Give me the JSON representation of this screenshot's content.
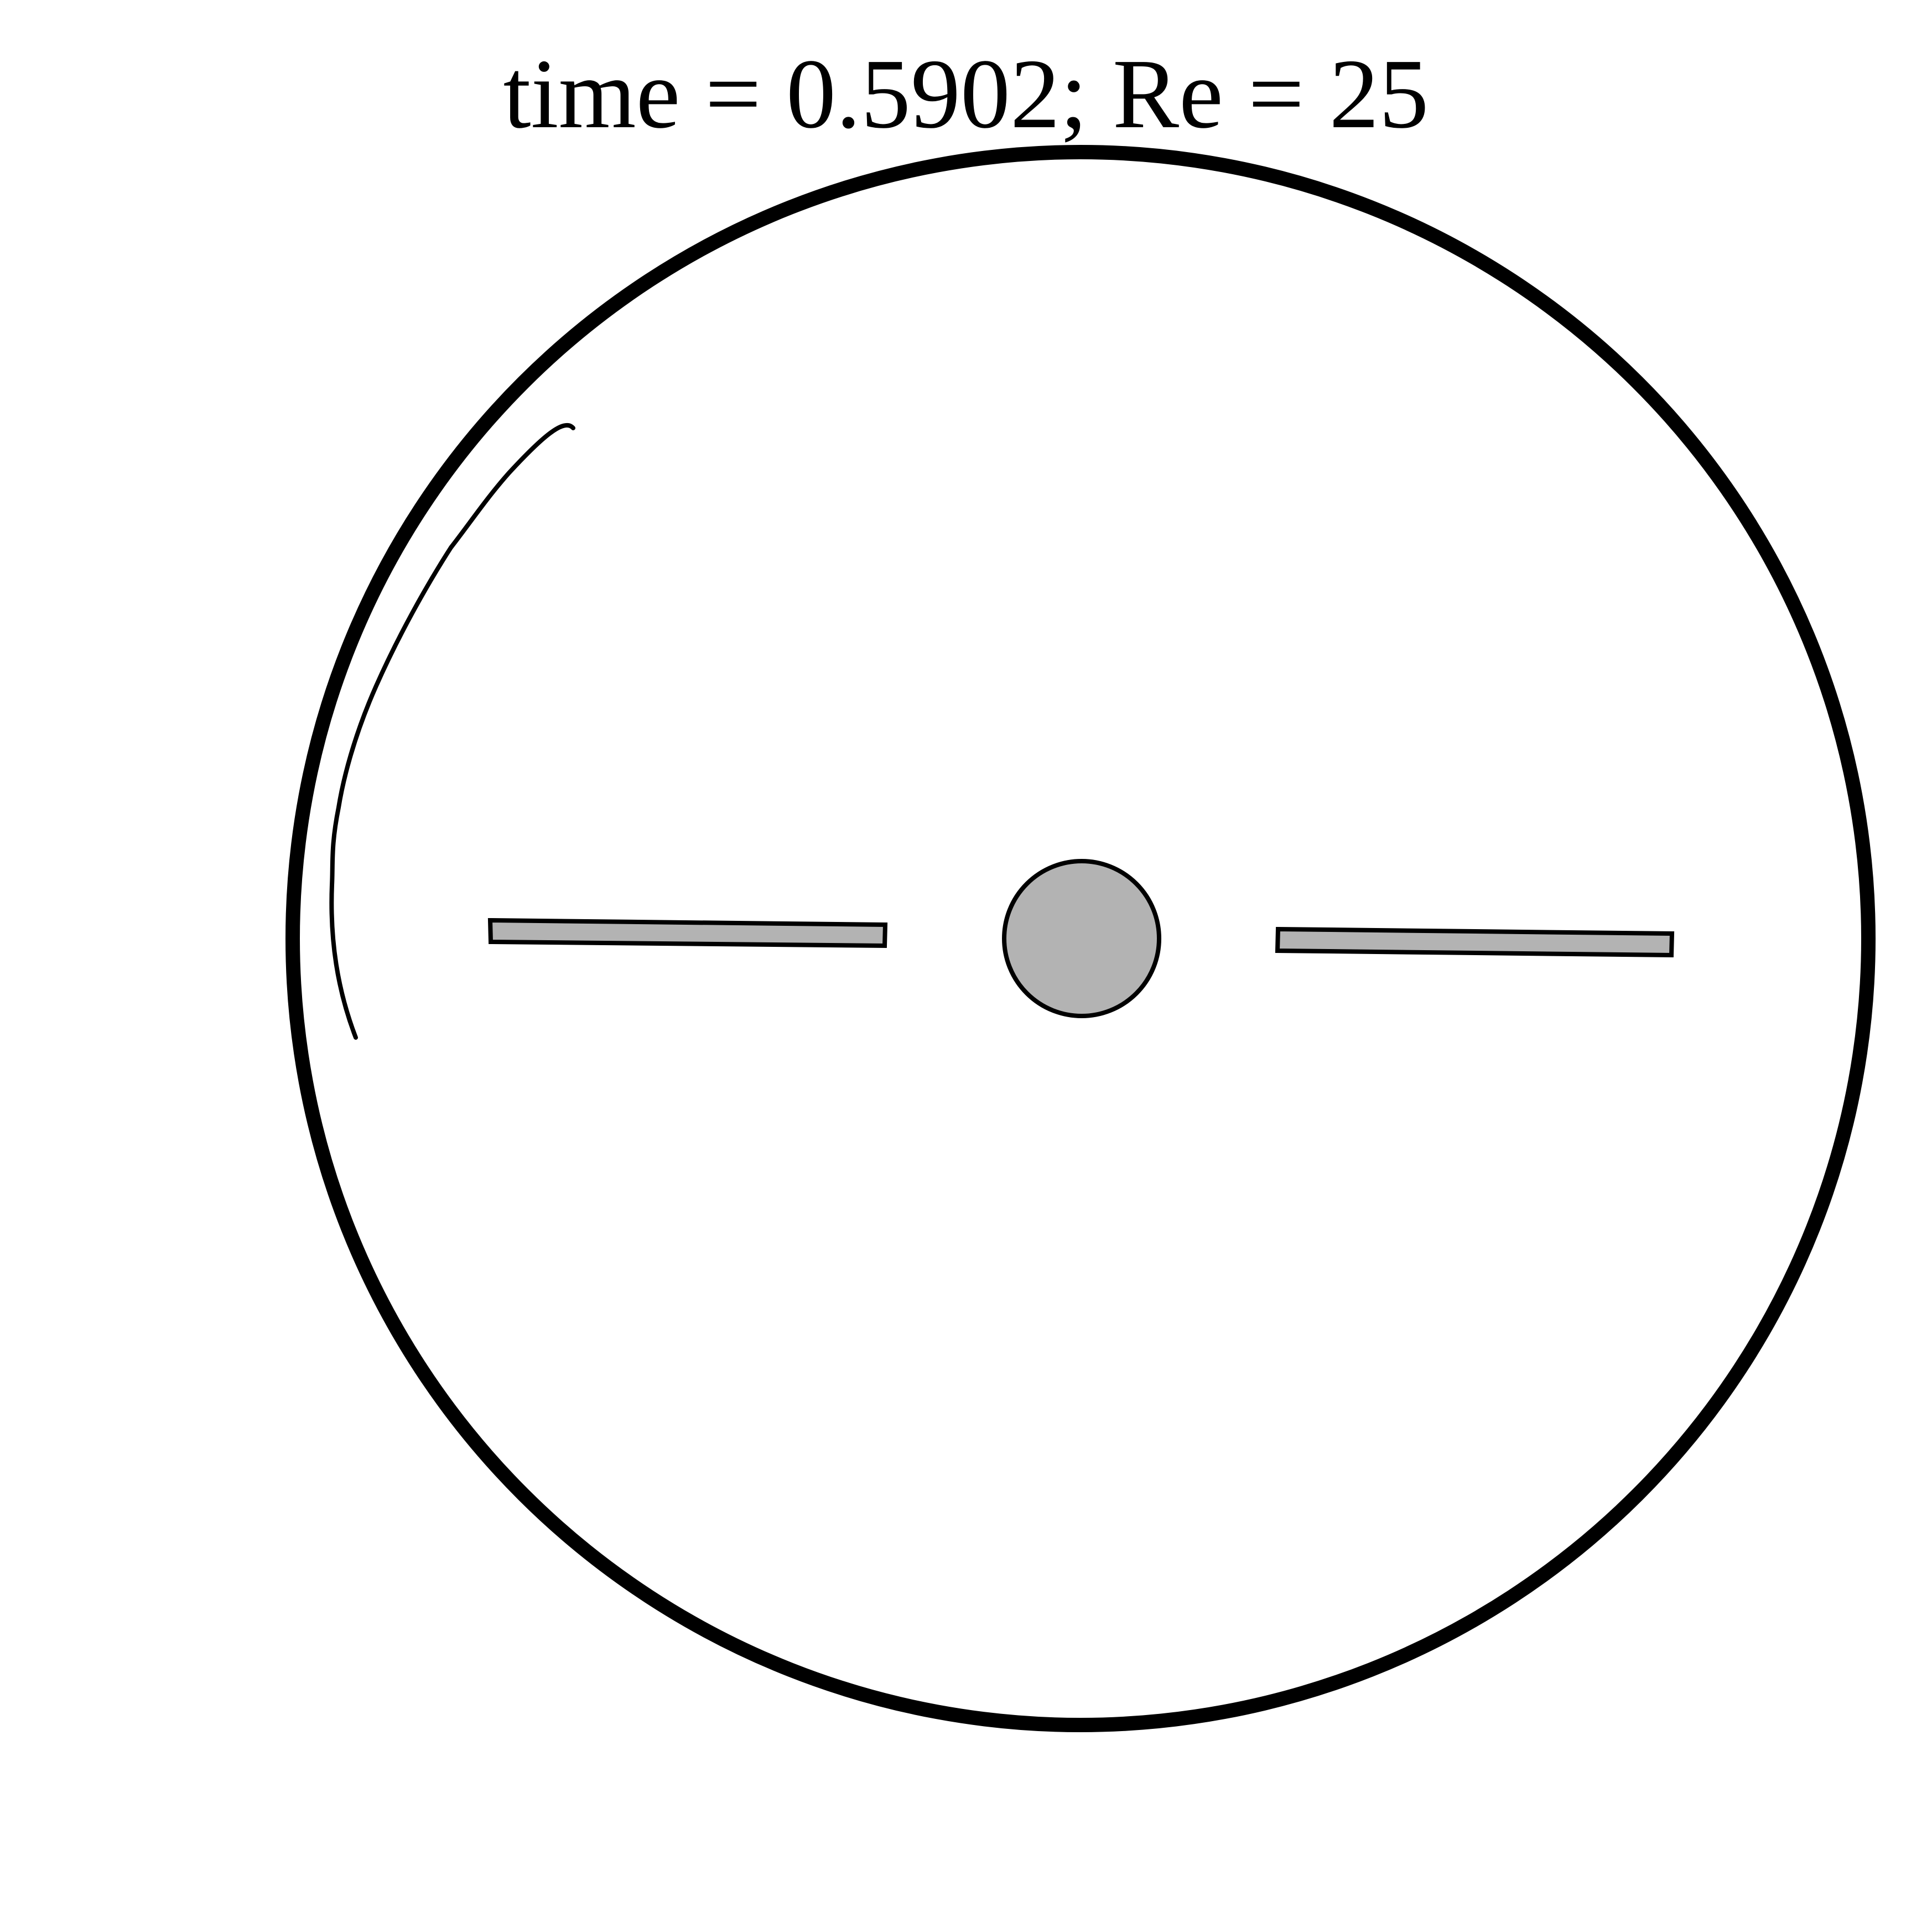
{
  "figure": {
    "title": "time = 0.5902; Re = 25"
  },
  "colors": {
    "background": "#ffffff",
    "stroke": "#000000",
    "body_fill": "#b3b3b3"
  },
  "elements": {
    "outer_boundary": "circle",
    "central_body": "circle",
    "left_plate": "rectangle",
    "right_plate": "rectangle",
    "filament": "curve"
  }
}
